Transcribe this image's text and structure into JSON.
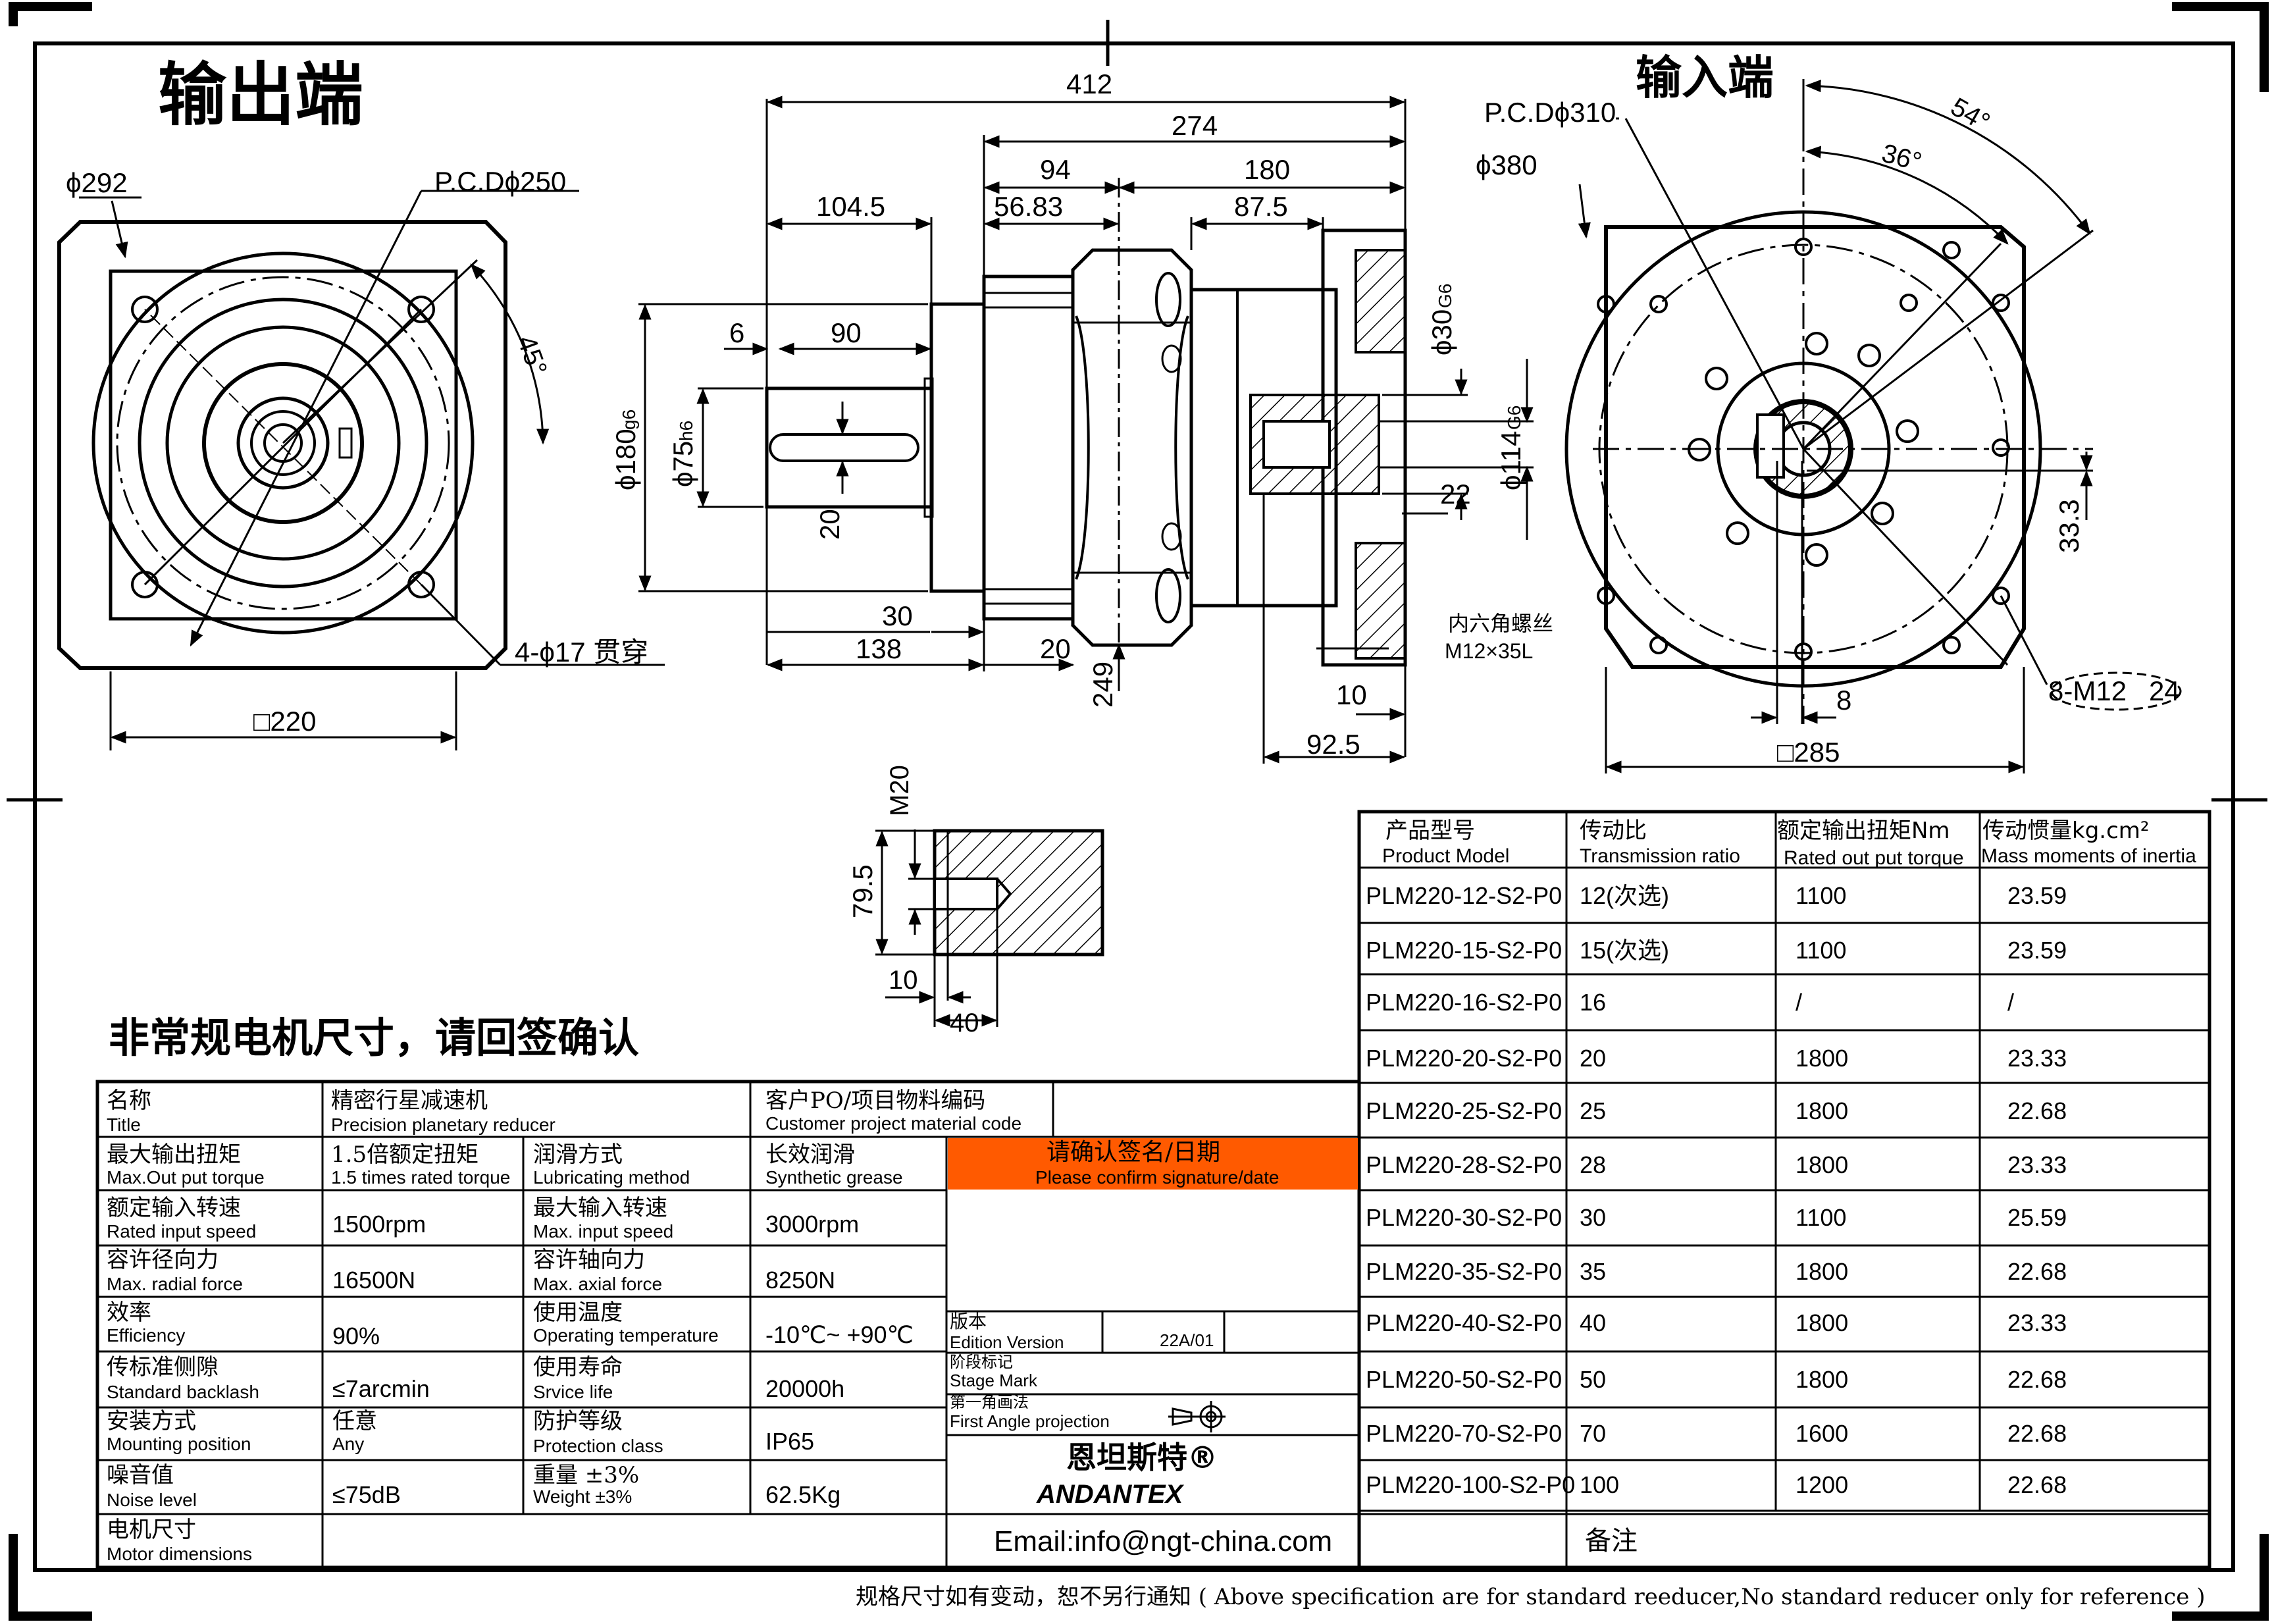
{
  "headings": {
    "output_end": "输出端",
    "input_end": "输入端",
    "non_standard_note": "非常规电机尺寸，请回签确认"
  },
  "output_view": {
    "d292": "ϕ292",
    "pcd250": "P.C.Dϕ250",
    "angle45": "45°",
    "holes": "4-ϕ17 贯穿",
    "square220": "□220"
  },
  "side_view": {
    "d412": "412",
    "d274": "274",
    "d94": "94",
    "d180": "180",
    "d104_5": "104.5",
    "d56_83": "56.83",
    "d87_5": "87.5",
    "d6": "6",
    "d90": "90",
    "d20_key": "20",
    "d30": "30",
    "d138": "138",
    "d20_flange": "20",
    "d249": "249",
    "dia180": "ϕ180",
    "dia180_tol": "g6",
    "dia75": "ϕ75",
    "dia75_tol": "h6",
    "dia30": "ϕ30",
    "dia30_tol": "G6",
    "dia114": "ϕ114",
    "dia114_tol": "G6",
    "d22": "22",
    "d10": "10",
    "d92_5": "92.5",
    "screw_label_cn": "内六角螺丝",
    "screw_label": "M12×35L"
  },
  "input_view": {
    "pcd310": "P.C.Dϕ310",
    "d380": "ϕ380",
    "angle54": "54°",
    "angle36": "36°",
    "d33_3": "33.3",
    "d8": "8",
    "square285": "□285",
    "thread": "8-M12",
    "thread_depth": "24"
  },
  "detail_view": {
    "m20": "M20",
    "d79_5": "79.5",
    "d10": "10",
    "d40": "40"
  },
  "spec_table": {
    "rows": [
      [
        {
          "cn": "名称",
          "en": "Title"
        },
        {
          "cn": "精密行星减速机",
          "en": "Precision planetary reducer"
        },
        {
          "cn": "客户PO/项目物料编码",
          "en": "Customer project material code"
        }
      ],
      [
        {
          "cn": "最大输出扭矩",
          "en": "Max.Out put torque"
        },
        {
          "cn": "1.5倍额定扭矩",
          "en": "1.5 times rated torque"
        },
        {
          "cn": "润滑方式",
          "en": "Lubricating method"
        },
        {
          "cn": "长效润滑",
          "en": "Synthetic grease"
        }
      ],
      [
        {
          "cn": "额定输入转速",
          "en": "Rated input speed"
        },
        {
          "val": "1500rpm"
        },
        {
          "cn": "最大输入转速",
          "en": "Max. input speed"
        },
        {
          "val": "3000rpm"
        }
      ],
      [
        {
          "cn": "容许径向力",
          "en": "Max. radial force"
        },
        {
          "val": "16500N"
        },
        {
          "cn": "容许轴向力",
          "en": "Max. axial force"
        },
        {
          "val": "8250N"
        }
      ],
      [
        {
          "cn": "效率",
          "en": "Efficiency"
        },
        {
          "val": "90%"
        },
        {
          "cn": "使用温度",
          "en": "Operating temperature"
        },
        {
          "val": "-10℃~ +90℃"
        }
      ],
      [
        {
          "cn": "传标准侧隙",
          "en": "Standard backlash"
        },
        {
          "val": "≤7arcmin"
        },
        {
          "cn": "使用寿命",
          "en": "Srvice life"
        },
        {
          "val": "20000h"
        }
      ],
      [
        {
          "cn": "安装方式",
          "en": "Mounting position"
        },
        {
          "cn": "任意",
          "en": "Any"
        },
        {
          "cn": "防护等级",
          "en": "Protection class"
        },
        {
          "val": "IP65"
        }
      ],
      [
        {
          "cn": "噪音值",
          "en": "Noise level"
        },
        {
          "val": "≤75dB"
        },
        {
          "cn": "重量 ±3%",
          "en": "Weight ±3%"
        },
        {
          "val": "62.5Kg"
        }
      ],
      [
        {
          "cn": "电机尺寸",
          "en": "Motor dimensions"
        }
      ]
    ],
    "confirm_cn": "请确认签名/日期",
    "confirm_en": "Please confirm signature/date",
    "edition_cn": "版本",
    "edition_en": "Edition Version",
    "edition_value": "22A/01",
    "stage_cn": "阶段标记",
    "stage_en": "Stage Mark",
    "projection_cn": "第一角画法",
    "projection_en": "First Angle projection",
    "brand_cn": "恩坦斯特®",
    "brand_en": "ANDANTEX",
    "email": "Email:info@ngt-china.com",
    "remark": "备注",
    "brand_color": "#1aa23a",
    "confirm_color": "#ff5a00"
  },
  "model_table": {
    "headers": [
      {
        "cn": "产品型号",
        "en": "Product Model"
      },
      {
        "cn": "传动比",
        "en": "Transmission ratio"
      },
      {
        "cn": "额定输出扭矩Nm",
        "en": "Rated out put torque"
      },
      {
        "cn": "传动惯量kg.cm²",
        "en": "Mass moments of inertia"
      }
    ],
    "rows": [
      [
        "PLM220-12-S2-P0",
        "12(次选)",
        "1100",
        "23.59"
      ],
      [
        "PLM220-15-S2-P0",
        "15(次选)",
        "1100",
        "23.59"
      ],
      [
        "PLM220-16-S2-P0",
        "16",
        "/",
        "/"
      ],
      [
        "PLM220-20-S2-P0",
        "20",
        "1800",
        "23.33"
      ],
      [
        "PLM220-25-S2-P0",
        "25",
        "1800",
        "22.68"
      ],
      [
        "PLM220-28-S2-P0",
        "28",
        "1800",
        "23.33"
      ],
      [
        "PLM220-30-S2-P0",
        "30",
        "1100",
        "25.59"
      ],
      [
        "PLM220-35-S2-P0",
        "35",
        "1800",
        "22.68"
      ],
      [
        "PLM220-40-S2-P0",
        "40",
        "1800",
        "23.33"
      ],
      [
        "PLM220-50-S2-P0",
        "50",
        "1800",
        "22.68"
      ],
      [
        "PLM220-70-S2-P0",
        "70",
        "1600",
        "22.68"
      ],
      [
        "PLM220-100-S2-P0",
        "100",
        "1200",
        "22.68"
      ]
    ]
  },
  "footer": "规格尺寸如有变动，恕不另行通知 ( Above specification are for standard reeducer,No standard reducer only for reference )"
}
